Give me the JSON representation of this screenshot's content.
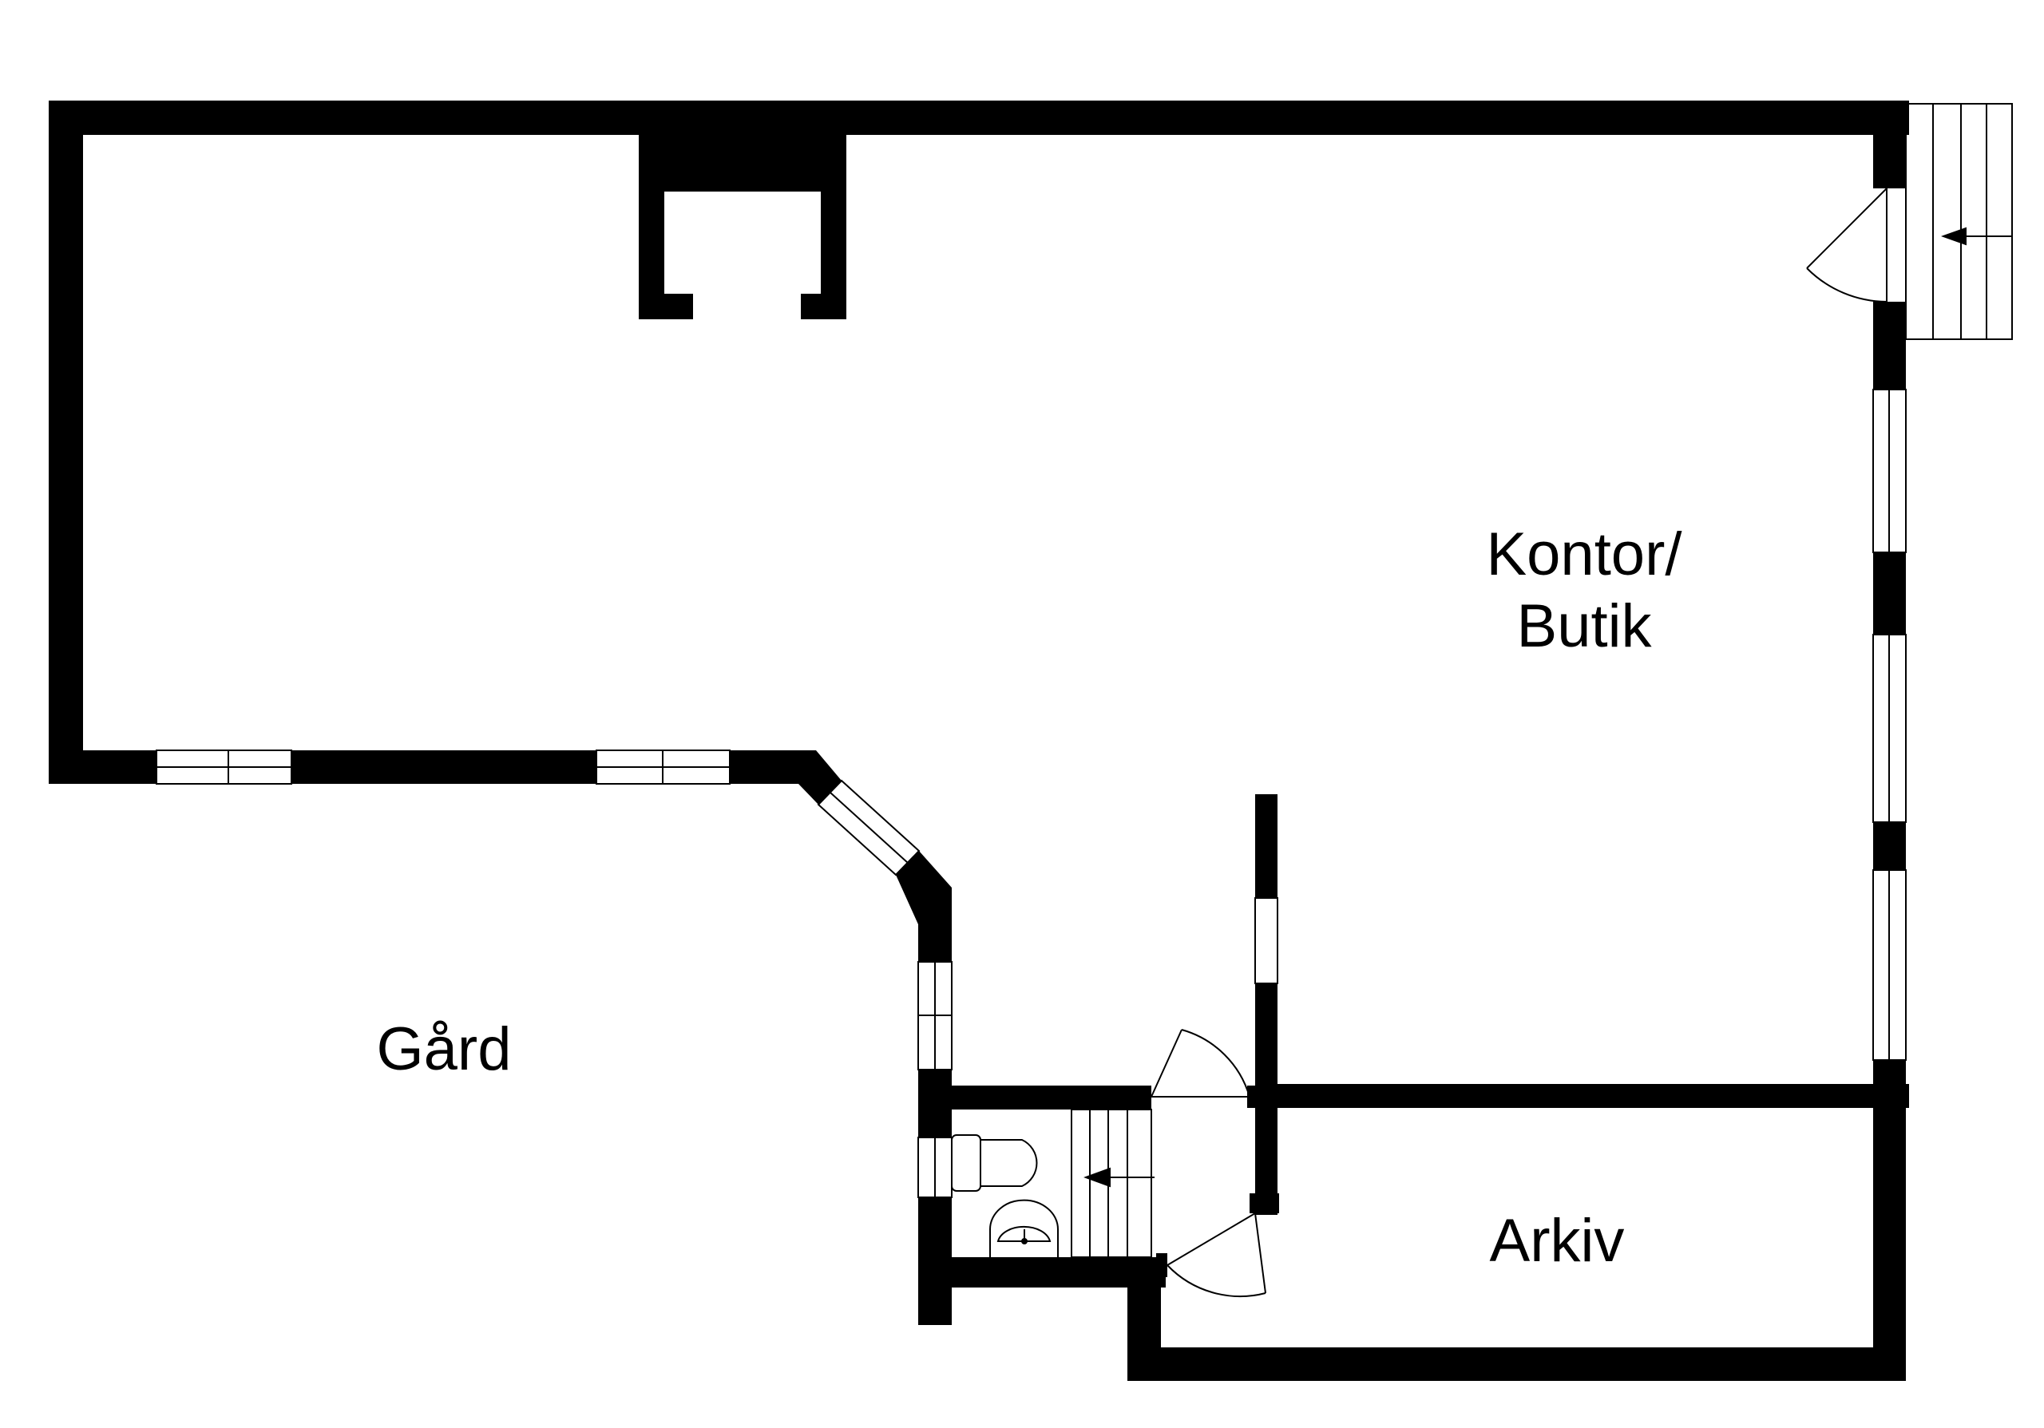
{
  "rooms": {
    "kontor": {
      "line1": "Kontor/",
      "line2": "Butik"
    },
    "gard": {
      "label": "Gård"
    },
    "arkiv": {
      "label": "Arkiv"
    }
  },
  "colors": {
    "wall": "#000000",
    "background": "#ffffff",
    "line": "#000000"
  },
  "icons": [
    "toilet-icon",
    "sink-icon",
    "stairs-arrow-icon",
    "door-swing-icon",
    "window-icon"
  ]
}
